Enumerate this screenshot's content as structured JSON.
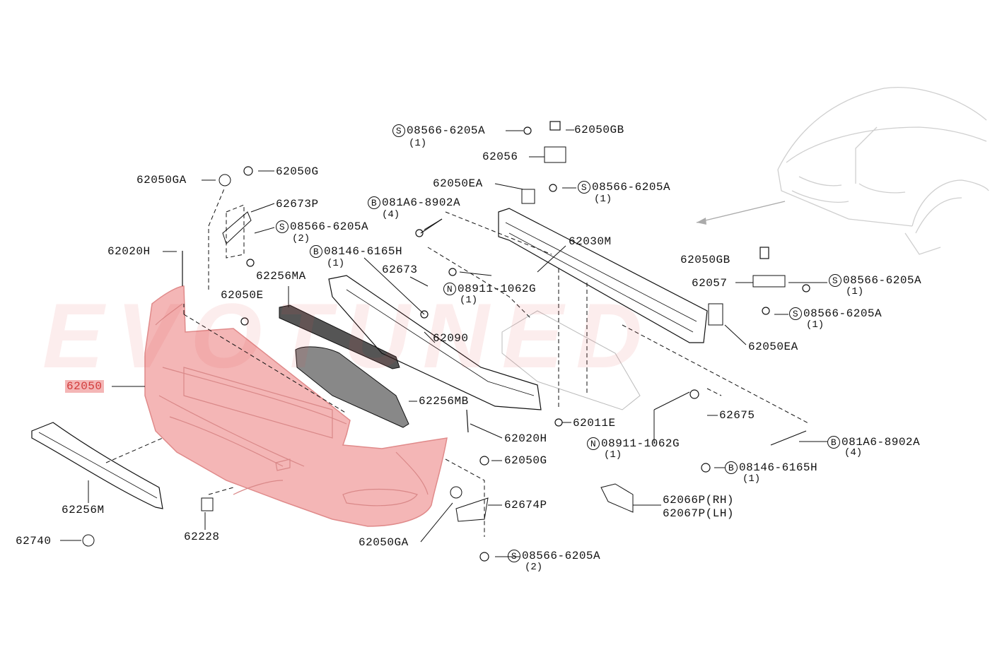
{
  "watermark": "EVOTUNED",
  "colors": {
    "highlight_fill": "#f4b6b6",
    "highlight_stroke": "#e08a8a",
    "highlight_label": "#d23a3a",
    "line": "#111111",
    "car_outline": "#cccccc"
  },
  "labels": {
    "l_62050GB_top": "62050GB",
    "l_08566_top": "08566-6205A",
    "q_08566_top": "(1)",
    "l_62056": "62056",
    "l_62050EA_top": "62050EA",
    "l_08566_mid": "08566-6205A",
    "q_08566_mid": "(1)",
    "l_081A6_top": "081A6-8902A",
    "q_081A6_top": "(4)",
    "l_62050GA_top": "62050GA",
    "l_62050G_top": "62050G",
    "l_62673P": "62673P",
    "l_08566_left": "08566-6205A",
    "q_08566_left": "(2)",
    "l_62020H_top": "62020H",
    "l_08146_top": "08146-6165H",
    "q_08146_top": "(1)",
    "l_62673": "62673",
    "l_08911_top": "08911-1062G",
    "q_08911_top": "(1)",
    "l_62030M": "62030M",
    "l_62256MA": "62256MA",
    "l_62050E": "62050E",
    "l_62090": "62090",
    "l_62050GB_right": "62050GB",
    "l_62057": "62057",
    "l_08566_r1": "08566-6205A",
    "q_08566_r1": "(1)",
    "l_08566_r2": "08566-6205A",
    "q_08566_r2": "(1)",
    "l_62050EA_right": "62050EA",
    "l_62050": "62050",
    "l_62256MB": "62256MB",
    "l_62011E": "62011E",
    "l_62675": "62675",
    "l_62020H_bottom": "62020H",
    "l_08911_bottom": "08911-1062G",
    "q_08911_bottom": "(1)",
    "l_081A6_bottom": "081A6-8902A",
    "q_081A6_bottom": "(4)",
    "l_62050G_bottom": "62050G",
    "l_08146_bottom": "08146-6165H",
    "q_08146_bottom": "(1)",
    "l_62256M": "62256M",
    "l_62674P": "62674P",
    "l_62066P": "62066P(RH)",
    "l_62067P": "62067P(LH)",
    "l_62228": "62228",
    "l_62740": "62740",
    "l_62050GA_bottom": "62050GA",
    "l_08566_bottom": "08566-6205A",
    "q_08566_bottom": "(2)"
  },
  "badges": {
    "S": "S",
    "B": "B",
    "N": "N"
  }
}
